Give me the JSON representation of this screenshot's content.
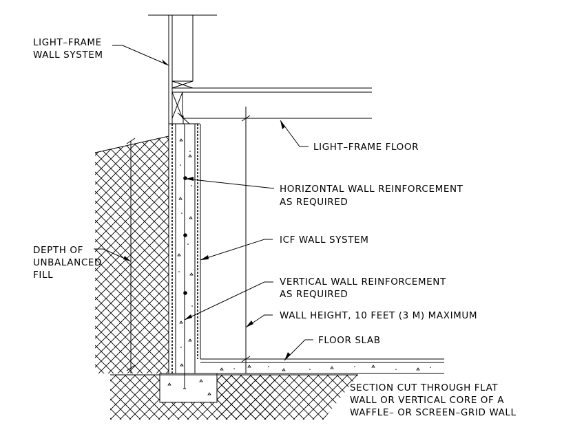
{
  "labels": {
    "light_frame_wall": [
      "LIGHT–FRAME",
      "WALL SYSTEM"
    ],
    "light_frame_floor": "LIGHT–FRAME FLOOR",
    "horizontal_reinforcement": [
      "HORIZONTAL WALL REINFORCEMENT",
      "AS REQUIRED"
    ],
    "icf_wall": "ICF WALL SYSTEM",
    "depth_unbalanced": [
      "DEPTH OF",
      "UNBALANCED",
      "FILL"
    ],
    "vertical_reinforcement": [
      "VERTICAL WALL REINFORCEMENT",
      "AS REQUIRED"
    ],
    "wall_height": "WALL HEIGHT, 10 FEET (3 M) MAXIMUM",
    "floor_slab": "FLOOR SLAB",
    "section_note": [
      "SECTION CUT THROUGH FLAT",
      "WALL OR VERTICAL CORE OF A",
      "WAFFLE– OR SCREEN–GRID WALL"
    ]
  }
}
